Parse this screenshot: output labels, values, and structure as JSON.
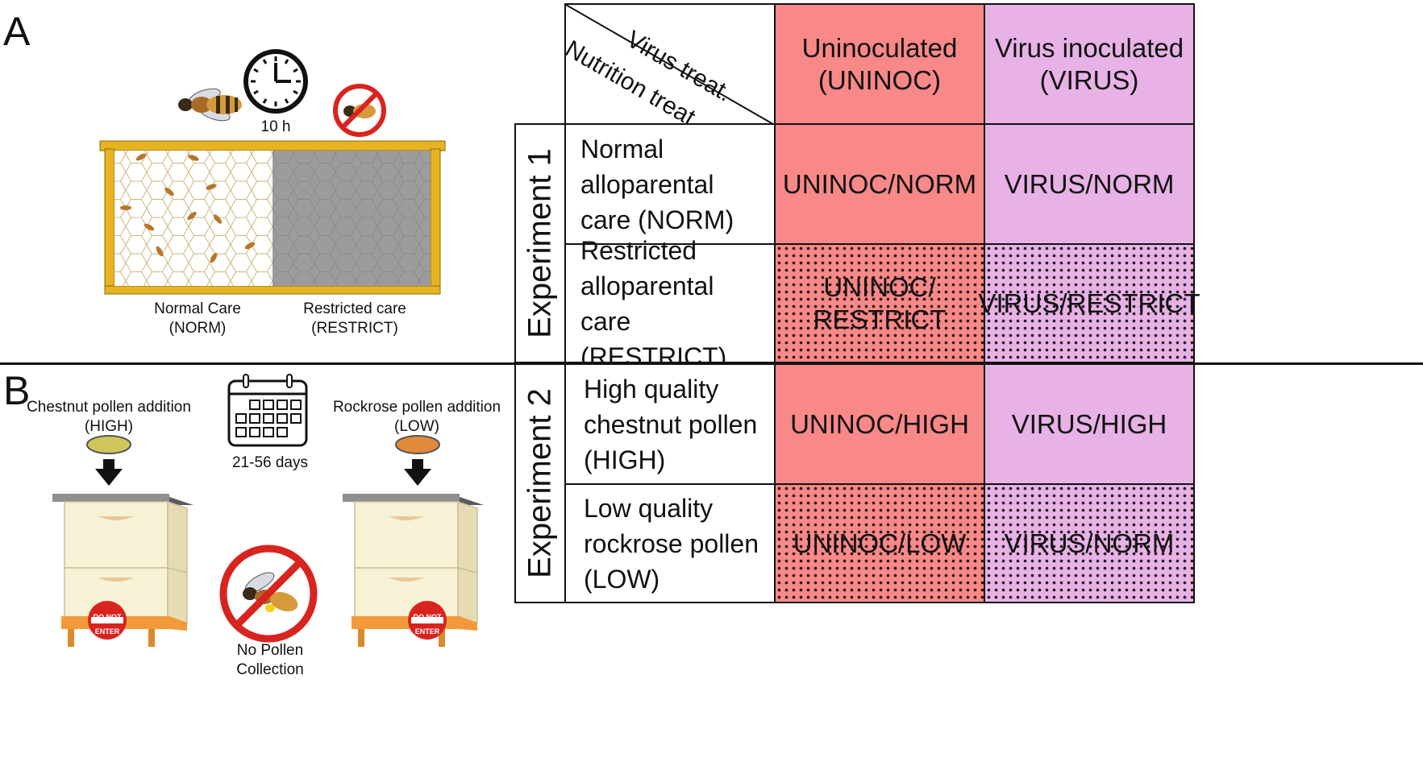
{
  "panel_a": {
    "letter": "A",
    "timer_label": "10 h",
    "normal_label_line1": "Normal Care",
    "normal_label_line2": "(NORM)",
    "restricted_label_line1": "Restricted care",
    "restricted_label_line2": "(RESTRICT)"
  },
  "panel_b": {
    "letter": "B",
    "high_label_line1": "Chestnut pollen addition",
    "high_label_line2": "(HIGH)",
    "low_label_line1": "Rockrose pollen addition",
    "low_label_line2": "(LOW)",
    "calendar_label": "21-56 days",
    "no_pollen_line1": "No Pollen",
    "no_pollen_line2": "Collection",
    "sign_top": "DO NOT",
    "sign_bottom": "ENTER"
  },
  "table": {
    "header_virus": "Virus treat.",
    "header_nutrition": "Nutrition treat.",
    "col1_line1": "Uninoculated",
    "col1_line2": "(UNINOC)",
    "col2_line1": "Virus inoculated",
    "col2_line2": "(VIRUS)",
    "experiment1": "Experiment 1",
    "experiment2": "Experiment 2",
    "rows": [
      {
        "label_lines": [
          "Normal",
          "alloparental",
          "care (NORM)"
        ],
        "c1": "UNINOC/NORM",
        "c2": "VIRUS/NORM"
      },
      {
        "label_lines": [
          "Restricted",
          "alloparental",
          "care (RESTRICT)"
        ],
        "c1": "UNINOC/ RESTRICT",
        "c2": "VIRUS/RESTRICT"
      },
      {
        "label_lines": [
          "High quality",
          "chestnut pollen",
          "(HIGH)"
        ],
        "c1": "UNINOC/HIGH",
        "c2": "VIRUS/HIGH"
      },
      {
        "label_lines": [
          "Low quality",
          "rockrose pollen",
          "(LOW)"
        ],
        "c1": "UNINOC/LOW",
        "c2": "VIRUS/NORM"
      }
    ]
  },
  "colors": {
    "uninoculated": "#f98888",
    "virus": "#e8b2e6",
    "frame_wood": "#e6b422",
    "hive_body": "#f7f1d5",
    "no_sign_red": "#d9231f",
    "chestnut_pollen": "#cfc55a",
    "rockrose_pollen": "#e08a3c"
  }
}
